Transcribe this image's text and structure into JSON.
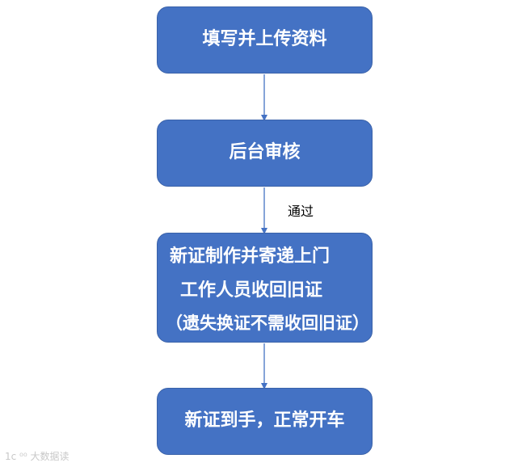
{
  "steps": [
    {
      "title": "填写并上传资料"
    },
    {
      "title": "后台审核"
    },
    {
      "lines": [
        "新证制作并寄递上门",
        "工作人员收回旧证",
        "（遗失换证不需收回旧证）"
      ]
    },
    {
      "title": "新证到手，正常开车"
    }
  ],
  "edges": [
    {
      "label": ""
    },
    {
      "label": "通过"
    },
    {
      "label": ""
    }
  ],
  "colors": {
    "box_fill": "#4472c4",
    "box_border": "#3a62a9",
    "box_text": "#ffffff",
    "connector": "#4472c4"
  },
  "watermark": "1c ⁰⁰ 大数据读"
}
